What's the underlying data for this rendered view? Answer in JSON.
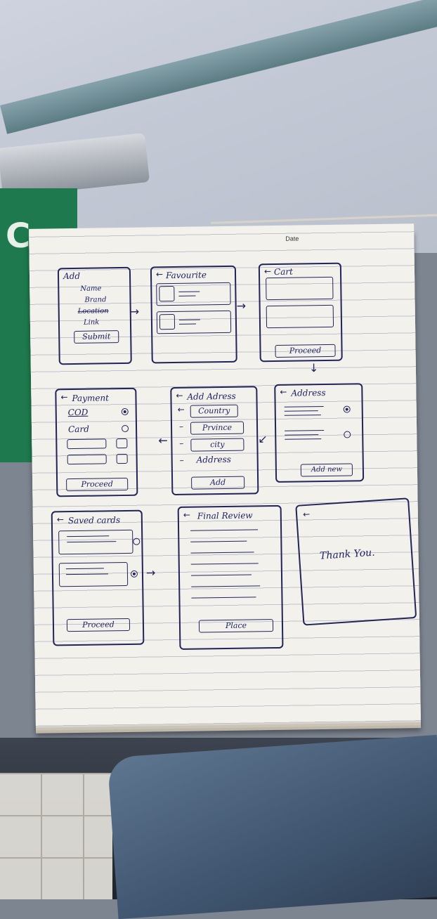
{
  "paper": {
    "date_label": "Date"
  },
  "screens": {
    "add": {
      "title": "Add",
      "fields": [
        "Name",
        "Brand",
        "Location",
        "Link"
      ],
      "submit": "Submit"
    },
    "favourite": {
      "title": "Favourite"
    },
    "cart": {
      "title": "Cart",
      "proceed": "Proceed"
    },
    "payment": {
      "title": "Payment",
      "cod": "COD",
      "card": "Card",
      "proceed": "Proceed"
    },
    "add_address": {
      "title": "Add Adress",
      "fields": [
        "Country",
        "Prvince",
        "city"
      ],
      "address_label": "Address",
      "add": "Add"
    },
    "address": {
      "title": "Address",
      "add_new": "Add new"
    },
    "saved_cards": {
      "title": "Saved cards",
      "proceed": "Proceed"
    },
    "final_review": {
      "title": "Final Review",
      "place": "Place"
    },
    "thank_you": {
      "message": "Thank You."
    }
  },
  "icons": {
    "back": "back-arrow-icon",
    "flow": "flow-arrow-icon"
  },
  "colors": {
    "ink": "#22245a",
    "paper": "#f3f1ec",
    "rule": "#8a93b0"
  }
}
